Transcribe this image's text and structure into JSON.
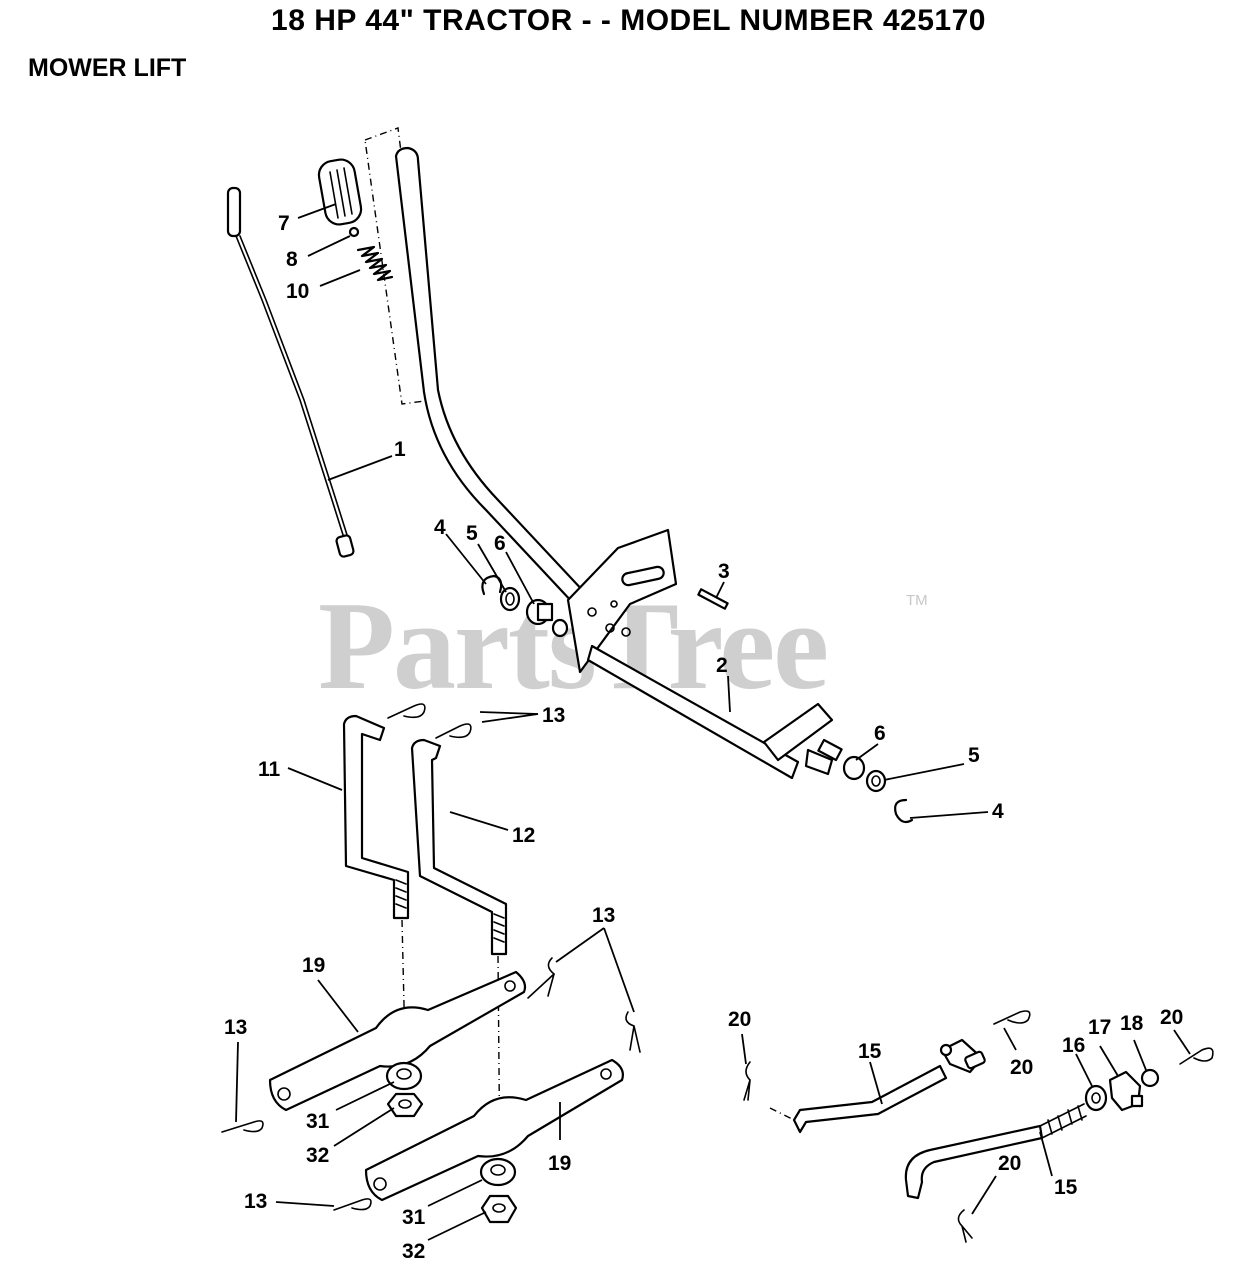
{
  "header": {
    "title": "18 HP 44\" TRACTOR - - MODEL NUMBER 425170",
    "section": "MOWER LIFT"
  },
  "watermark": {
    "text": "PartsTree",
    "tm": "TM"
  },
  "callouts": [
    {
      "id": "c1",
      "label": "1"
    },
    {
      "id": "c2",
      "label": "2"
    },
    {
      "id": "c3",
      "label": "3"
    },
    {
      "id": "c4a",
      "label": "4"
    },
    {
      "id": "c4b",
      "label": "4"
    },
    {
      "id": "c5a",
      "label": "5"
    },
    {
      "id": "c5b",
      "label": "5"
    },
    {
      "id": "c6a",
      "label": "6"
    },
    {
      "id": "c6b",
      "label": "6"
    },
    {
      "id": "c7",
      "label": "7"
    },
    {
      "id": "c8",
      "label": "8"
    },
    {
      "id": "c10",
      "label": "10"
    },
    {
      "id": "c11",
      "label": "11"
    },
    {
      "id": "c12",
      "label": "12"
    },
    {
      "id": "c13a",
      "label": "13"
    },
    {
      "id": "c13b",
      "label": "13"
    },
    {
      "id": "c13c",
      "label": "13"
    },
    {
      "id": "c13d",
      "label": "13"
    },
    {
      "id": "c15a",
      "label": "15"
    },
    {
      "id": "c15b",
      "label": "15"
    },
    {
      "id": "c16",
      "label": "16"
    },
    {
      "id": "c17",
      "label": "17"
    },
    {
      "id": "c18",
      "label": "18"
    },
    {
      "id": "c19a",
      "label": "19"
    },
    {
      "id": "c19b",
      "label": "19"
    },
    {
      "id": "c20a",
      "label": "20"
    },
    {
      "id": "c20b",
      "label": "20"
    },
    {
      "id": "c20c",
      "label": "20"
    },
    {
      "id": "c20d",
      "label": "20"
    },
    {
      "id": "c31a",
      "label": "31"
    },
    {
      "id": "c31b",
      "label": "31"
    },
    {
      "id": "c32a",
      "label": "32"
    },
    {
      "id": "c32b",
      "label": "32"
    }
  ]
}
